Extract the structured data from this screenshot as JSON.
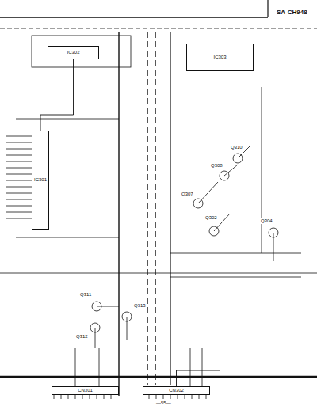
{
  "diagram": {
    "nodes": [
      {
        "text": [
          "IC302"
        ]
      },
      {
        "text": [
          "IC303"
        ]
      },
      {
        "text": [
          "IC301"
        ]
      },
      {
        "text": [
          "CN301"
        ]
      },
      {
        "text": [
          "CN302"
        ]
      }
    ],
    "edges": [
      {
        "from": 0,
        "to": 2,
        "arrow": "none"
      },
      {
        "from": 1,
        "to": 4,
        "arrow": "none"
      }
    ],
    "labels": [
      "SA-CH948",
      "Q310",
      "Q308",
      "Q307",
      "Q302",
      "Q304",
      "Q311",
      "Q313",
      "Q312",
      "—55—"
    ]
  }
}
